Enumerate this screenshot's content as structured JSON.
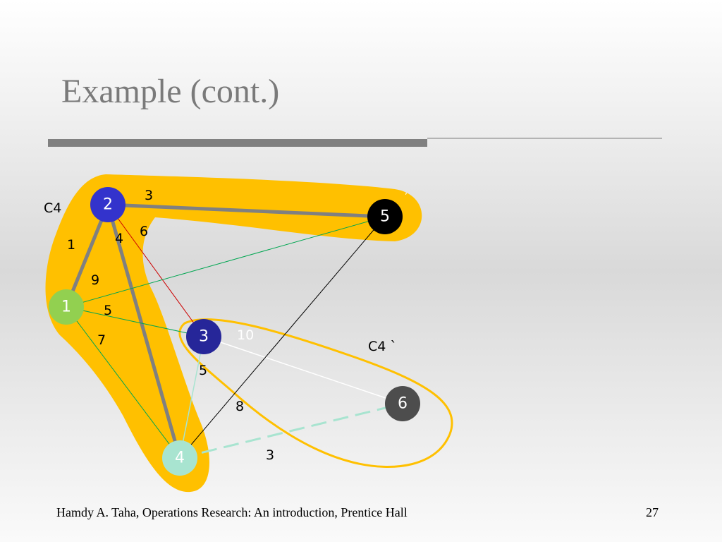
{
  "slide": {
    "title": "Example (cont.)",
    "footer": "Hamdy A. Taha, Operations Research: An introduction, Prentice Hall",
    "page_number": "27"
  },
  "graph": {
    "cycle_labels": {
      "c4": "C4",
      "c4_prime": "C4 `"
    },
    "nodes": [
      {
        "id": "1",
        "color": "#92d050"
      },
      {
        "id": "2",
        "color": "#3333cc"
      },
      {
        "id": "3",
        "color": "#262699"
      },
      {
        "id": "4",
        "color": "#a8e4d0"
      },
      {
        "id": "5",
        "color": "#000000"
      },
      {
        "id": "6",
        "color": "#4d4d4d"
      }
    ],
    "edges": [
      {
        "from": "2",
        "to": "5",
        "weight": "3",
        "color": "#808080"
      },
      {
        "from": "2",
        "to": "1",
        "weight": "1",
        "color": "#808080"
      },
      {
        "from": "2",
        "to": "4",
        "weight": "4",
        "color": "#808080"
      },
      {
        "from": "2",
        "to": "3",
        "weight": "6",
        "color": "#cc0000"
      },
      {
        "from": "1",
        "to": "5",
        "weight": "9",
        "color": "#00a651"
      },
      {
        "from": "1",
        "to": "3",
        "weight": "5",
        "color": "#00a651"
      },
      {
        "from": "1",
        "to": "4",
        "weight": "7",
        "color": "#00a651"
      },
      {
        "from": "3",
        "to": "6",
        "weight": "10",
        "color": "#ffffff"
      },
      {
        "from": "3",
        "to": "4",
        "weight": "5",
        "color": "#a8e4d0"
      },
      {
        "from": "5",
        "to": "4",
        "weight": "8",
        "color": "#000000"
      },
      {
        "from": "4",
        "to": "6",
        "weight": "3",
        "color": "#a8e4d0"
      }
    ],
    "highlight_color": "#ffc000"
  }
}
